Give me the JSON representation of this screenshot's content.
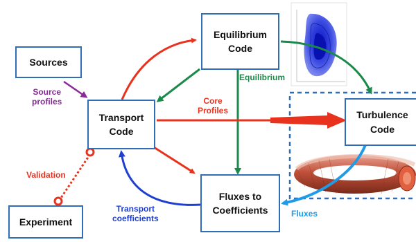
{
  "boxes": {
    "sources": "Sources",
    "transport": "Transport\nCode",
    "equilibrium": "Equilibrium\nCode",
    "turbulence": "Turbulence\nCode",
    "fluxes": "Fluxes to\nCoefficients",
    "experiment": "Experiment"
  },
  "labels": {
    "source_profiles": "Source\nprofiles",
    "equilibrium": "Equilibrium",
    "core_profiles": "Core\nProfiles",
    "validation": "Validation",
    "transport_coefficients": "Transport\ncoefficients",
    "fluxes": "Fluxes"
  },
  "colors": {
    "box_border": "#2f6db4",
    "red": "#e8321e",
    "green": "#1a8a4a",
    "blue": "#1f3fd0",
    "purple": "#8a2a9a",
    "light_blue": "#1f9be8"
  }
}
